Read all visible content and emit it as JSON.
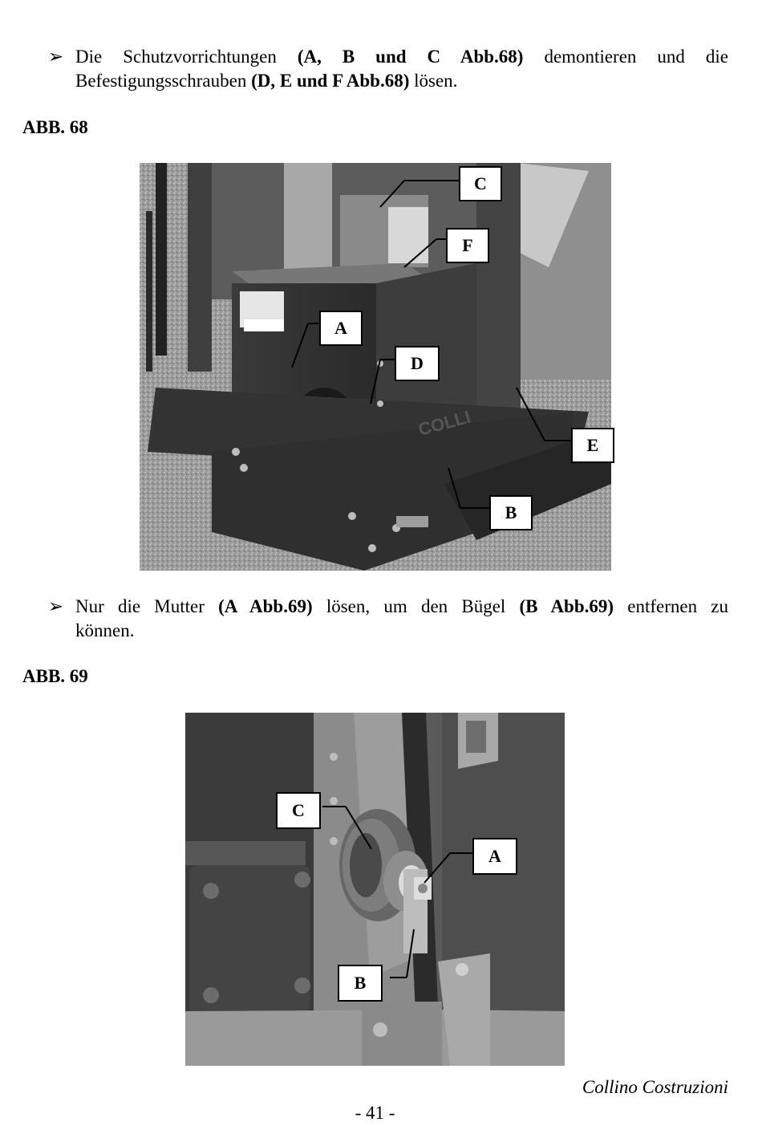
{
  "bullet1": {
    "arrow": "➢",
    "line1_pre": "Die Schutzvorrichtungen ",
    "line1_bold": "(A, B und C Abb.68)",
    "line1_post": " demontieren und die",
    "line2_pre": "Befestigungsschrauben ",
    "line2_bold": "(D, E und F Abb.68)",
    "line2_post": " lösen."
  },
  "heading68": "ABB. 68",
  "fig68": {
    "labels": {
      "A": "A",
      "B": "B",
      "C": "C",
      "D": "D",
      "E": "E",
      "F": "F"
    },
    "side_text": "COLLI"
  },
  "bullet2": {
    "arrow": "➢",
    "line1_pre": "Nur die Mutter ",
    "line1_bold": "(A Abb.69)",
    "line1_mid": " lösen, um den Bügel ",
    "line1_bold2": "(B Abb.69)",
    "line1_post": " entfernen zu",
    "line2": "können."
  },
  "heading69": "ABB. 69",
  "fig69": {
    "labels": {
      "A": "A",
      "B": "B",
      "C": "C"
    }
  },
  "footer": {
    "company": "Collino Costruzioni",
    "page": "- 41 -"
  }
}
